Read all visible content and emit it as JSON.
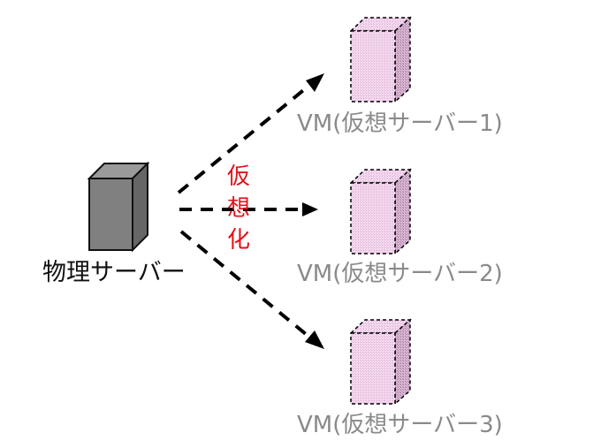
{
  "physical_server": {
    "label": "物理サーバー",
    "color": "#808080"
  },
  "virtualization_label": [
    "仮",
    "想",
    "化"
  ],
  "virtualization_color": "#e3121a",
  "vms": [
    {
      "label": "VM(仮想サーバー1)"
    },
    {
      "label": "VM(仮想サーバー2)"
    },
    {
      "label": "VM(仮想サーバー3)"
    }
  ],
  "vm_fill": "#f0cce8",
  "arrow_style": "dashed"
}
